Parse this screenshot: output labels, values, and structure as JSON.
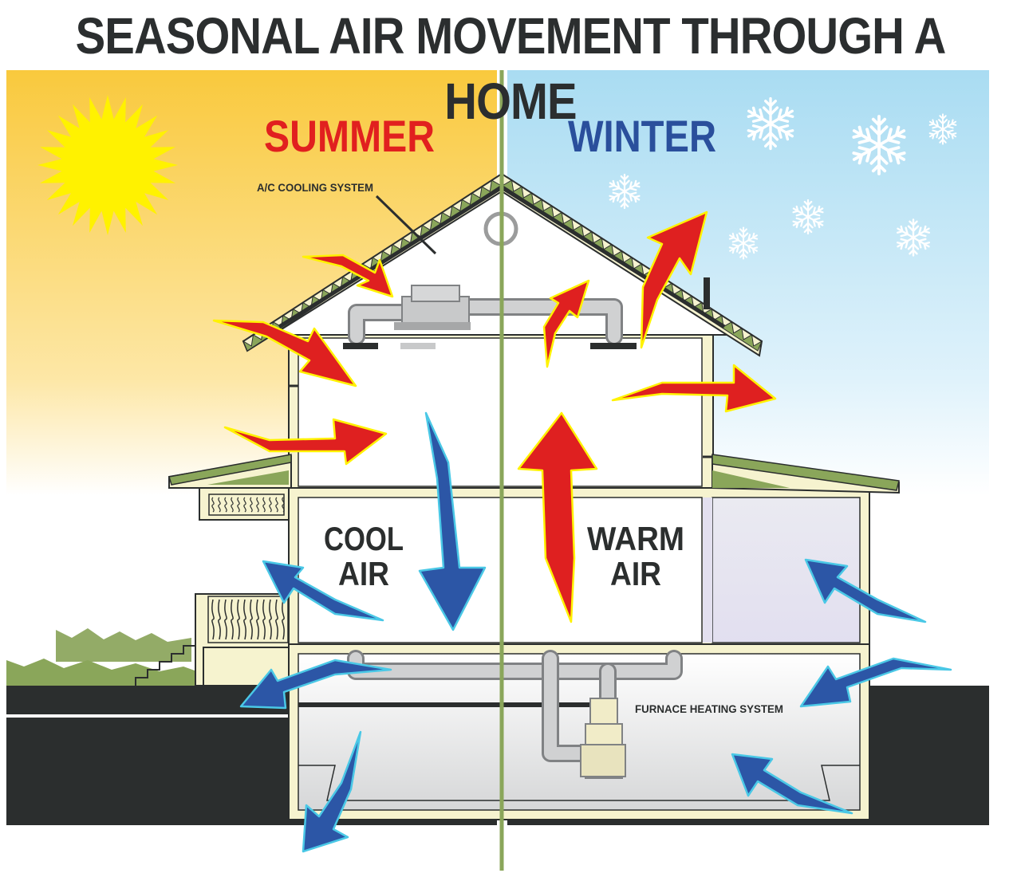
{
  "title": "SEASONAL AIR MOVEMENT THROUGH A HOME",
  "seasons": {
    "summer": "SUMMER",
    "winter": "WINTER"
  },
  "labels": {
    "ac_system": "A/C COOLING SYSTEM",
    "furnace_system": "FURNACE HEATING SYSTEM",
    "cool_air_line1": "COOL",
    "cool_air_line2": "AIR",
    "warm_air_line1": "WARM",
    "warm_air_line2": "AIR"
  },
  "colors": {
    "summer_sky_top": "#f9c93d",
    "winter_sky_top": "#a9dcf2",
    "summer_title": "#e1201f",
    "winter_title": "#2a4f9c",
    "warm_arrow": "#df2020",
    "cool_arrow": "#2c56a6",
    "ground": "#2b2e2e",
    "roof": "#8aa65a",
    "wall": "#f6f3cf",
    "divider": "#8aa65a",
    "sun": "#fff200"
  },
  "icons": {
    "sun": "sun-icon",
    "snowflake": "snowflake-icon"
  }
}
